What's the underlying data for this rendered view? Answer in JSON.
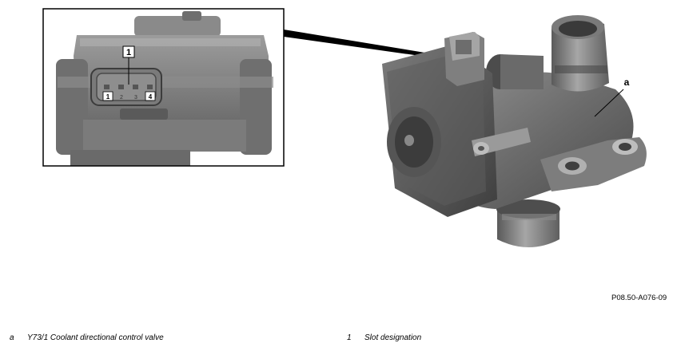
{
  "figure": {
    "callouts": {
      "slot_callout": "1",
      "valve_callout": "a"
    },
    "pin_numbers": [
      "1",
      "2",
      "3",
      "4"
    ],
    "figure_code": "P08.50-A076-09"
  },
  "legend": [
    {
      "key": "a",
      "text": "Y73/1 Coolant directional control valve"
    },
    {
      "key": "1",
      "text": "Slot designation"
    }
  ]
}
